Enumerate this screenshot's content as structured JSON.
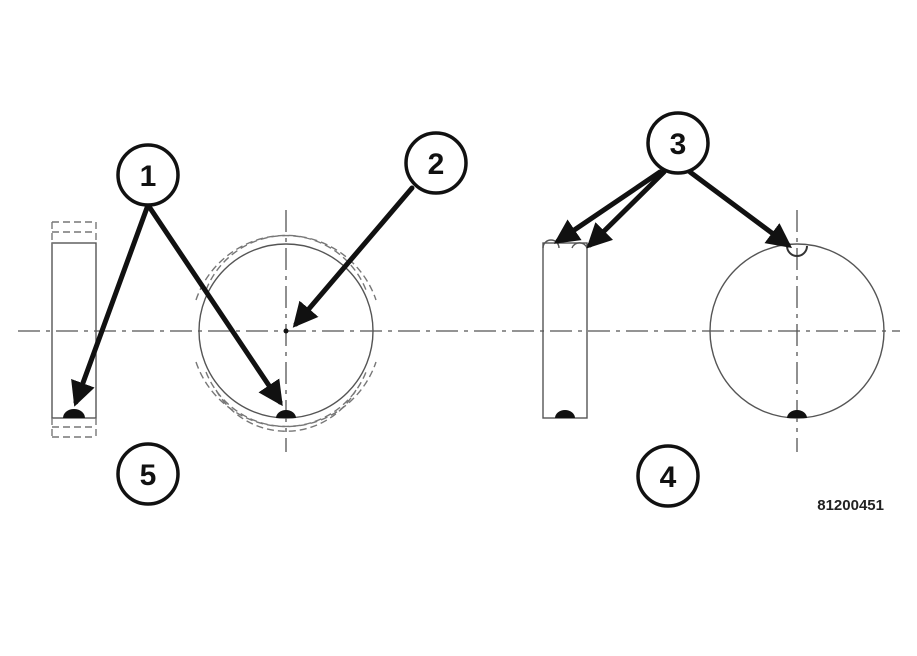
{
  "callouts": {
    "c1": "1",
    "c2": "2",
    "c3": "3",
    "c4": "4",
    "c5": "5"
  },
  "figure_id": "81200451",
  "colors": {
    "line": "#555555",
    "arrow": "#111111",
    "background": "#ffffff"
  }
}
